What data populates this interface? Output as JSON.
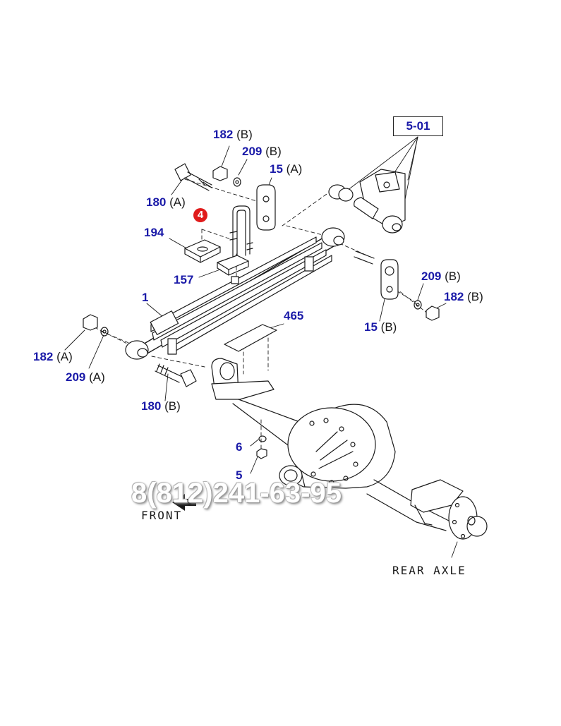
{
  "ref_box": "5-01",
  "badge": {
    "text": "4",
    "color": "#e01b1b"
  },
  "accent_color": "#1a1aa8",
  "callouts": [
    {
      "id": "182B-top",
      "number": "182",
      "suffix": "(B)"
    },
    {
      "id": "209B-top",
      "number": "209",
      "suffix": "(B)"
    },
    {
      "id": "15A",
      "number": "15",
      "suffix": "(A)"
    },
    {
      "id": "180A",
      "number": "180",
      "suffix": "(A)"
    },
    {
      "id": "194",
      "number": "194",
      "suffix": ""
    },
    {
      "id": "157",
      "number": "157",
      "suffix": ""
    },
    {
      "id": "1",
      "number": "1",
      "suffix": ""
    },
    {
      "id": "465",
      "number": "465",
      "suffix": ""
    },
    {
      "id": "209B-right",
      "number": "209",
      "suffix": "(B)"
    },
    {
      "id": "182B-right",
      "number": "182",
      "suffix": "(B)"
    },
    {
      "id": "15B",
      "number": "15",
      "suffix": "(B)"
    },
    {
      "id": "182A",
      "number": "182",
      "suffix": "(A)"
    },
    {
      "id": "209A",
      "number": "209",
      "suffix": "(A)"
    },
    {
      "id": "180B",
      "number": "180",
      "suffix": "(B)"
    },
    {
      "id": "6",
      "number": "6",
      "suffix": ""
    },
    {
      "id": "5",
      "number": "5",
      "suffix": ""
    }
  ],
  "texts": {
    "front": "FRONT",
    "rear_axle": "REAR AXLE"
  },
  "watermark": "8(812)241-63-95",
  "icons": {
    "front_arrow": "arrow-left-icon"
  }
}
